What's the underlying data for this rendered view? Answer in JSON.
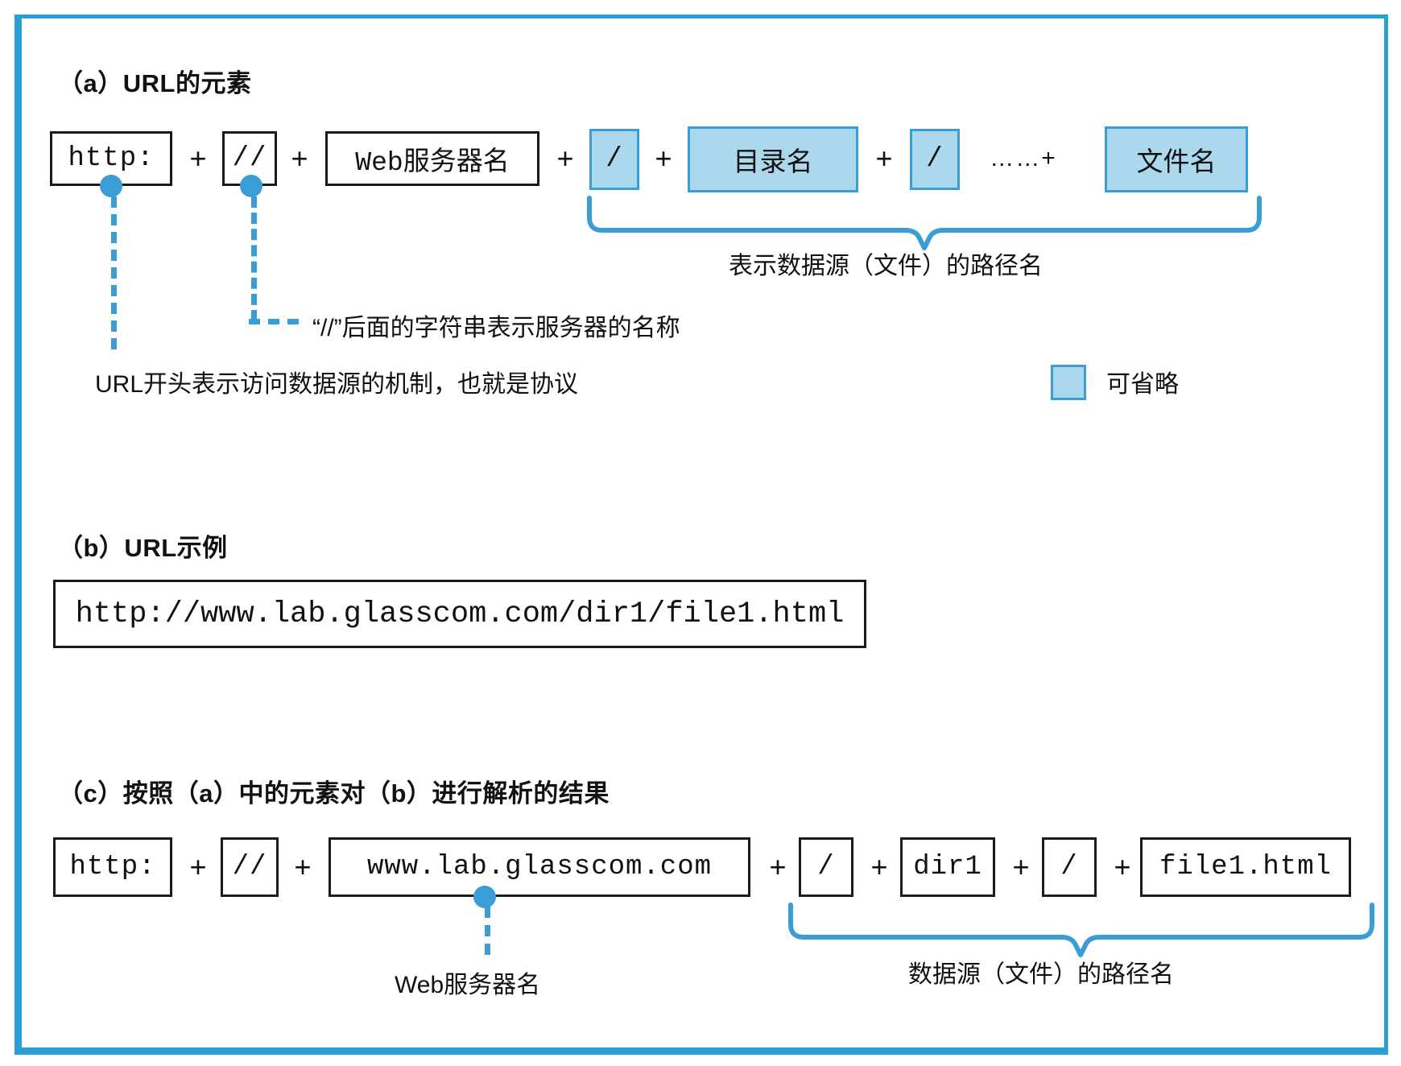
{
  "colors": {
    "accent": "#3a9ed4",
    "fill": "#abd8ec",
    "frame": "#2b9fd4",
    "text": "#111111"
  },
  "sections": {
    "a": {
      "title": "（a）URL的元素",
      "boxes": [
        {
          "text": "http:",
          "style": "mono",
          "optional": false
        },
        {
          "text": "//",
          "style": "mono",
          "optional": false
        },
        {
          "text": "Web服务器名",
          "style": "mono-cjk",
          "optional": false
        },
        {
          "text": "/",
          "style": "mono",
          "optional": true
        },
        {
          "text": "目录名",
          "style": "cjk",
          "optional": true
        },
        {
          "text": "/",
          "style": "mono",
          "optional": true
        },
        {
          "text": "文件名",
          "style": "cjk",
          "optional": true
        }
      ],
      "operators": [
        "+",
        "+",
        "+",
        "+",
        "+",
        "……+"
      ],
      "brace_label": "表示数据源（文件）的路径名",
      "annotation_scheme": "“//”后面的字符串表示服务器的名称",
      "annotation_protocol": "URL开头表示访问数据源的机制，也就是协议",
      "legend_label": "可省略"
    },
    "b": {
      "title": "（b）URL示例",
      "url": "http://www.lab.glasscom.com/dir1/file1.html"
    },
    "c": {
      "title": "（c）按照（a）中的元素对（b）进行解析的结果",
      "boxes": [
        {
          "text": "http:"
        },
        {
          "text": "//"
        },
        {
          "text": "www.lab.glasscom.com"
        },
        {
          "text": "/"
        },
        {
          "text": "dir1"
        },
        {
          "text": "/"
        },
        {
          "text": "file1.html"
        }
      ],
      "operators": [
        "+",
        "+",
        "+",
        "+",
        "+",
        "+"
      ],
      "annotation_server": "Web服务器名",
      "brace_label": "数据源（文件）的路径名"
    }
  }
}
